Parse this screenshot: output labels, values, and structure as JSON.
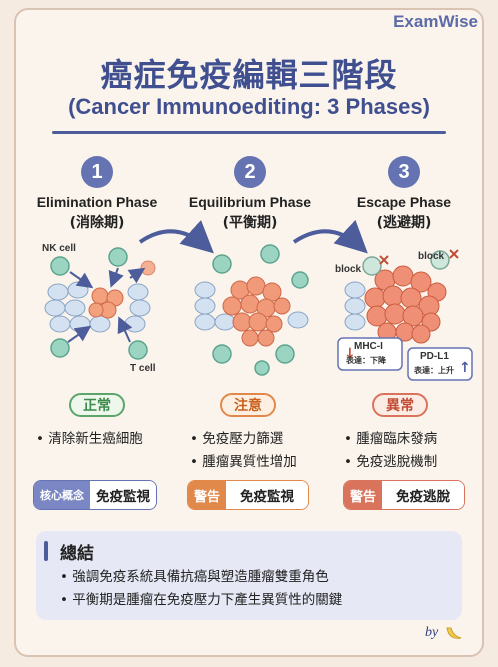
{
  "brand": "ExamWise",
  "title": "癌症免疫編輯三階段",
  "subtitle": "(Cancer Immunoediting: 3 Phases)",
  "phases": [
    {
      "number": "1",
      "title": "Elimination Phase",
      "subtitle": "(消除期)",
      "tag": "正常",
      "bullets": [
        "清除新生癌細胞"
      ],
      "pill_key": "核心概念",
      "pill_value": "免疫監視"
    },
    {
      "number": "2",
      "title": "Equilibrium Phase",
      "subtitle": "(平衡期)",
      "tag": "注意",
      "bullets": [
        "免疫壓力篩選",
        "腫瘤異質性增加"
      ],
      "pill_key": "警告",
      "pill_value": "免疫監視"
    },
    {
      "number": "3",
      "title": "Escape Phase",
      "subtitle": "(逃避期)",
      "tag": "異常",
      "bullets": [
        "腫瘤臨床發病",
        "免疫逃脫機制"
      ],
      "pill_key": "警告",
      "pill_value": "免疫逃脫"
    }
  ],
  "labels": {
    "nk_cell": "NK cell",
    "t_cell": "T cell",
    "block1": "block",
    "block2": "block",
    "mhc": "MHC-I",
    "mhc_expr": "表達：下降",
    "pdl1": "PD-L1",
    "pdl1_expr": "表達：上升"
  },
  "summary": {
    "title": "總結",
    "items": [
      "強調免疫系統具備抗癌與塑造腫瘤雙重角色",
      "平衡期是腫瘤在免疫壓力下產生異質性的關鍵"
    ]
  },
  "signature": "by",
  "colors": {
    "accent": "#6573b3",
    "green": "#5da46a",
    "orange": "#e1894a",
    "red": "#d9735b"
  }
}
